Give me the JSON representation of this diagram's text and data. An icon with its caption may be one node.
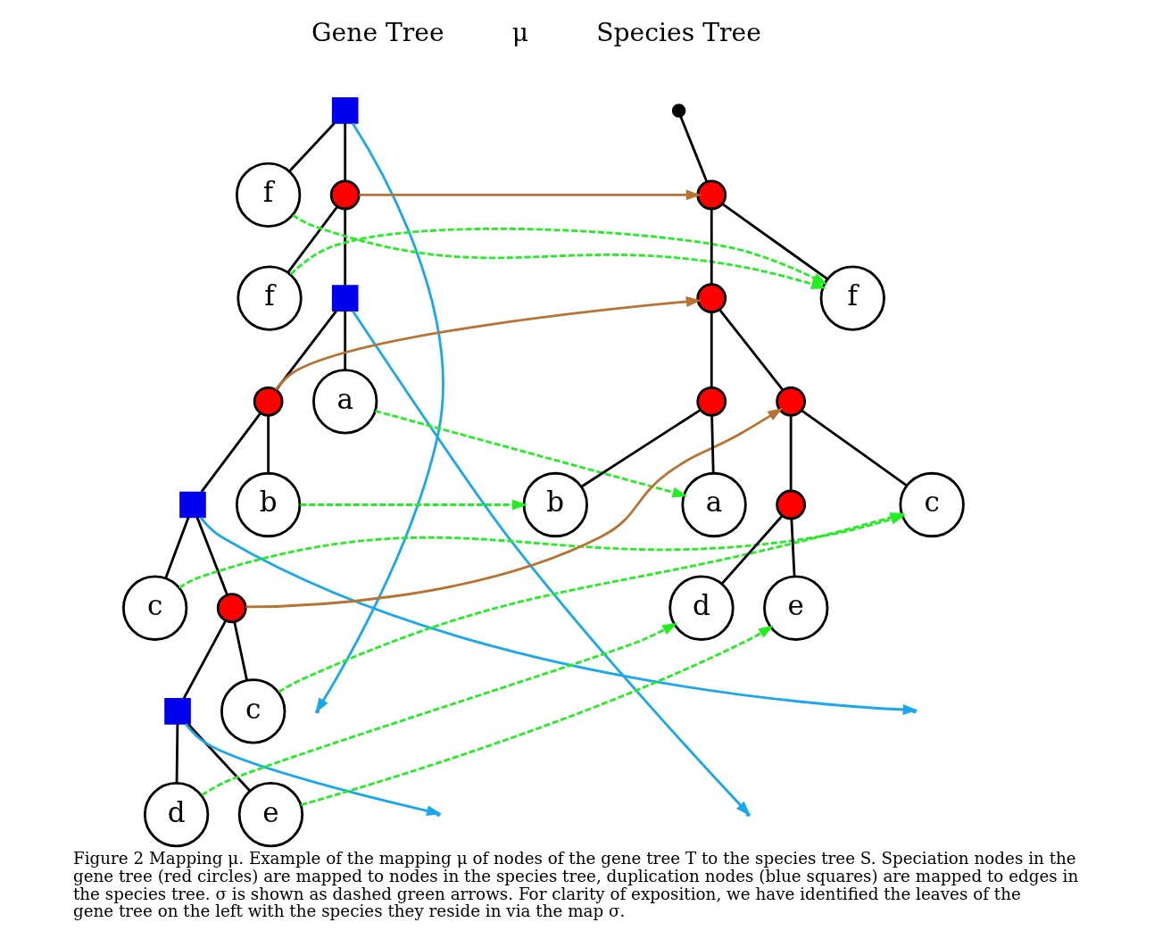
{
  "diagram": {
    "caption": "Figure 2 Mapping μ. Example of the mapping μ of nodes of the gene tree T to the species tree S. Speciation nodes in the gene tree (red circles) are mapped to nodes in the species tree, duplication nodes (blue squares) are mapped to edges in the species tree. σ is shown as dashed green arrows. For clarity of exposition, we have identified the leaves of the gene tree on the left with the species they reside in via the map σ.",
    "nodes": [
      {
        "text": [],
        "shape": "box"
      },
      {
        "text": [],
        "shape": "circle"
      },
      {
        "text": [
          "f"
        ]
      },
      {
        "text": [],
        "shape": "box"
      },
      {
        "text": [
          "f"
        ]
      },
      {
        "text": [
          "a"
        ]
      },
      {
        "text": [],
        "shape": "circle"
      },
      {
        "text": [
          "b"
        ]
      },
      {
        "text": [],
        "shape": "box"
      },
      {
        "text": [
          "c"
        ]
      },
      {
        "text": [],
        "shape": "circle"
      },
      {
        "text": [
          "c"
        ]
      },
      {
        "text": [],
        "shape": "box"
      },
      {
        "text": [
          "d"
        ]
      },
      {
        "text": [
          "e"
        ]
      },
      {
        "text": [],
        "shape": "circle"
      },
      {
        "text": [],
        "shape": "circle"
      },
      {
        "text": [],
        "shape": "circle"
      },
      {
        "text": [
          "f"
        ]
      },
      {
        "text": [],
        "shape": "circle"
      },
      {
        "text": [],
        "shape": "circle"
      },
      {
        "text": [
          "a"
        ]
      },
      {
        "text": [
          "b"
        ]
      },
      {
        "text": [
          "c"
        ]
      },
      {
        "text": [],
        "shape": "circle"
      },
      {
        "text": [
          "d"
        ]
      },
      {
        "text": [
          "e"
        ]
      }
    ],
    "edges": [
      {
        "from": 0,
        "to": 1,
        "arrow": "none"
      },
      {
        "from": 0,
        "to": 2,
        "arrow": "none"
      },
      {
        "from": 1,
        "to": 3,
        "arrow": "none"
      },
      {
        "from": 1,
        "to": 4,
        "arrow": "none"
      },
      {
        "from": 3,
        "to": 5,
        "arrow": "none"
      },
      {
        "from": 3,
        "to": 6,
        "arrow": "none"
      },
      {
        "from": 6,
        "to": 7,
        "arrow": "none"
      },
      {
        "from": 6,
        "to": 8,
        "arrow": "none"
      },
      {
        "from": 8,
        "to": 9,
        "arrow": "none"
      },
      {
        "from": 8,
        "to": 10,
        "arrow": "none"
      },
      {
        "from": 10,
        "to": 11,
        "arrow": "none"
      },
      {
        "from": 10,
        "to": 12,
        "arrow": "none"
      },
      {
        "from": 12,
        "to": 13,
        "arrow": "none"
      },
      {
        "from": 12,
        "to": 14,
        "arrow": "none"
      },
      {
        "from": 15,
        "to": 16,
        "arrow": "none"
      },
      {
        "from": 16,
        "to": 17,
        "arrow": "none"
      },
      {
        "from": 16,
        "to": 18,
        "arrow": "none"
      },
      {
        "from": 17,
        "to": 19,
        "arrow": "none"
      },
      {
        "from": 17,
        "to": 20,
        "arrow": "none"
      },
      {
        "from": 19,
        "to": 21,
        "arrow": "none"
      },
      {
        "from": 19,
        "to": 22,
        "arrow": "none"
      },
      {
        "from": 20,
        "to": 23,
        "arrow": "none"
      },
      {
        "from": 20,
        "to": 24,
        "arrow": "none"
      },
      {
        "from": 24,
        "to": 25,
        "arrow": "none"
      },
      {
        "from": 24,
        "to": 26,
        "arrow": "none"
      },
      {
        "from": 0,
        "to": null,
        "arrow": "to",
        "color": "#1aa7ec"
      },
      {
        "from": 1,
        "to": 16,
        "arrow": "to",
        "color": "#b87333"
      },
      {
        "from": 3,
        "to": null,
        "arrow": "to",
        "color": "#1aa7ec"
      },
      {
        "from": 6,
        "to": 17,
        "arrow": "to",
        "color": "#b87333"
      },
      {
        "from": 8,
        "to": null,
        "arrow": "to",
        "color": "#1aa7ec"
      },
      {
        "from": 10,
        "to": 20,
        "arrow": "to",
        "color": "#b87333"
      },
      {
        "from": 12,
        "to": null,
        "arrow": "to",
        "color": "#1aa7ec"
      },
      {
        "from": 2,
        "to": 18,
        "arrow": "to",
        "style": "dashed",
        "color": "#22ee22"
      },
      {
        "from": 4,
        "to": 18,
        "arrow": "to",
        "style": "dashed",
        "color": "#22ee22"
      },
      {
        "from": 5,
        "to": 21,
        "arrow": "to",
        "style": "dashed",
        "color": "#22ee22"
      },
      {
        "from": 7,
        "to": 22,
        "arrow": "to",
        "style": "dashed",
        "color": "#22ee22"
      },
      {
        "from": 9,
        "to": 23,
        "arrow": "to",
        "style": "dashed",
        "color": "#22ee22"
      },
      {
        "from": 11,
        "to": 23,
        "arrow": "to",
        "style": "dashed",
        "color": "#22ee22"
      },
      {
        "from": 13,
        "to": 25,
        "arrow": "to",
        "style": "dashed",
        "color": "#22ee22"
      },
      {
        "from": 14,
        "to": 26,
        "arrow": "to",
        "style": "dashed",
        "color": "#22ee22"
      }
    ],
    "labels": [
      "Gene Tree",
      "Species Tree",
      "μ"
    ]
  }
}
